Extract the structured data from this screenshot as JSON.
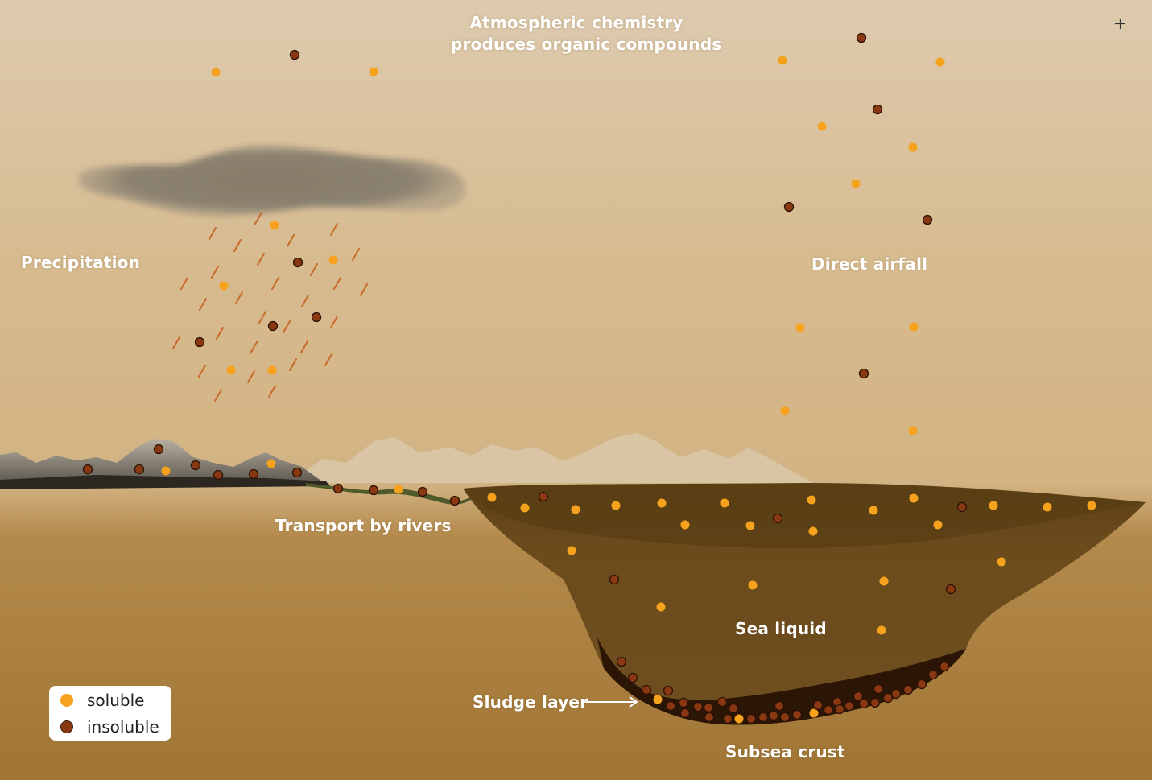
{
  "labels": {
    "atmospheric_line1": "Atmospheric chemistry",
    "atmospheric_line2": "produces organic compounds",
    "precipitation": "Precipitation",
    "direct_airfall": "Direct airfall",
    "transport": "Transport by rivers",
    "sea_liquid": "Sea liquid",
    "sludge": "Sludge layer",
    "subsea": "Subsea crust"
  },
  "legend": {
    "soluble": "soluble",
    "insoluble": "insoluble"
  },
  "colors": {
    "soluble": "#f6a21c",
    "insoluble": "#8a3812",
    "sky_top": "#ddcaae",
    "sky_bottom": "#c9a36a",
    "ground": "#a47a3a",
    "sea": "#6d4d1d",
    "sludge": "#2d1606",
    "rain": "#c9692a",
    "cloud": "#8c8270"
  }
}
